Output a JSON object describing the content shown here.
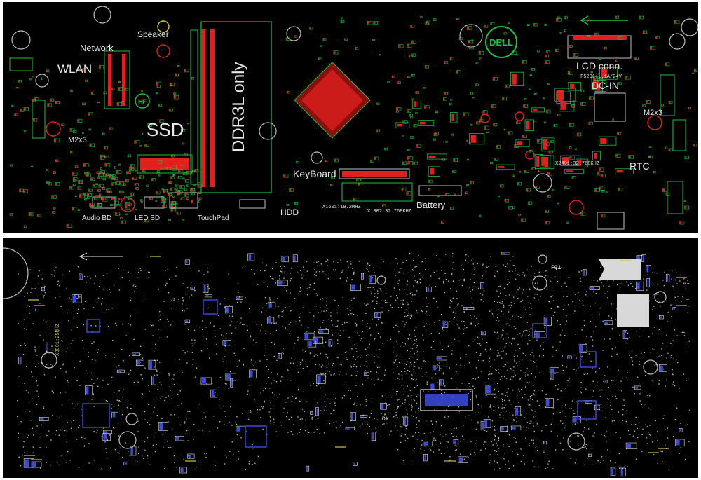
{
  "window": {
    "title": ""
  },
  "colors": {
    "background": "#000000",
    "top_pad_red": "#e0201c",
    "top_outline_green": "#1fbf3f",
    "silkscreen": "#e8e8e8",
    "bottom_pad_blue": "#3d4ce0",
    "bottom_outline_yellow": "#d6c24a",
    "frame": "#ffffff"
  },
  "top_side": {
    "labels": {
      "network": "Network",
      "speaker": "Speaker",
      "wlan": "WLAN",
      "m2x3_left": "M2x3",
      "ssd": "SSD",
      "ddr3l": "DDR3L only",
      "audio_bd": "Audio BD",
      "led_bd": "LED BD",
      "touchpad": "TouchPad",
      "keyboard": "KeyBoard",
      "hdd": "HDD",
      "battery": "Battery",
      "x1601": "X1601:19.2MHZ",
      "x1802": "X1802:32.768KHZ",
      "lcd_conn": "LCD conn.",
      "fuse": "F5201:L.1A/24V",
      "dc_in": "DC-IN",
      "m2x3_right": "M2x3",
      "x2401": "X2401:32.768KHZ",
      "rtc": "RTC",
      "hf": "HF",
      "dell_logo": "DELL"
    }
  },
  "bottom_side": {
    "labels": {
      "x3001": "X3001:25MHZ",
      "dx": "DX",
      "fq1": "FQ1"
    }
  }
}
